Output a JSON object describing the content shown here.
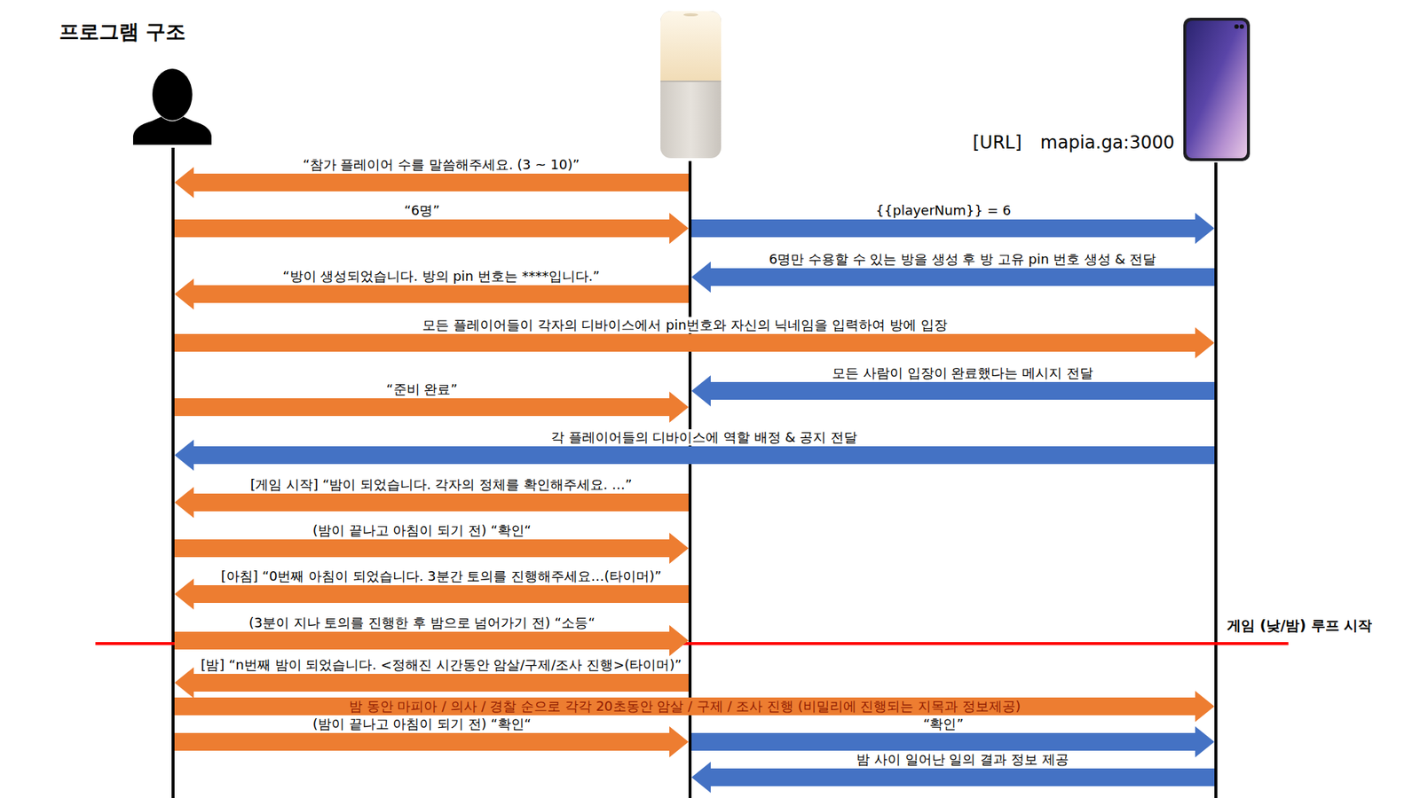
{
  "diagram": {
    "title": "프로그램 구조",
    "nodes": [
      {
        "text": []
      },
      {
        "text": []
      },
      {
        "text": [
          "[URL]",
          "mapia.ga:3000"
        ]
      }
    ],
    "edges": [
      {
        "from": 1,
        "to": 0,
        "arrow": "to",
        "label": "“참가 플레이어 수를 말씀해주세요. (3 ~ 10)”"
      },
      {
        "from": 0,
        "to": 1,
        "arrow": "to",
        "label": "“6명”"
      },
      {
        "from": 1,
        "to": 2,
        "arrow": "to",
        "label": "{{playerNum}} = 6"
      },
      {
        "from": 2,
        "to": 1,
        "arrow": "to",
        "label": "6명만 수용할 수 있는 방을 생성 후 방 고유 pin 번호 생성 & 전달"
      },
      {
        "from": 1,
        "to": 0,
        "arrow": "to",
        "label": "“방이 생성되었습니다. 방의 pin 번호는 ****입니다.”"
      },
      {
        "from": 0,
        "to": 2,
        "arrow": "to",
        "label": "모든 플레이어들이 각자의 디바이스에서 pin번호와 자신의 닉네임을 입력하여 방에 입장"
      },
      {
        "from": 2,
        "to": 1,
        "arrow": "to",
        "label": "모든 사람이 입장이 완료했다는 메시지 전달"
      },
      {
        "from": 0,
        "to": 1,
        "arrow": "to",
        "label": "“준비 완료”"
      },
      {
        "from": 2,
        "to": 0,
        "arrow": "to",
        "label": "각 플레이어들의 디바이스에 역할 배정 & 공지 전달"
      },
      {
        "from": 1,
        "to": 0,
        "arrow": "to",
        "label": "[게임 시작] “밤이 되었습니다. 각자의 정체를 확인해주세요. …”"
      },
      {
        "from": 0,
        "to": 1,
        "arrow": "to",
        "label": "(밤이 끝나고 아침이 되기 전) “확인“"
      },
      {
        "from": 1,
        "to": 0,
        "arrow": "to",
        "label": "[아침] “0번째 아침이 되었습니다. 3분간 토의를 진행해주세요…(타이머)”"
      },
      {
        "from": 0,
        "to": 1,
        "arrow": "to",
        "label": "(3분이 지나 토의를 진행한 후 밤으로 넘어가기 전) “소등“"
      },
      {
        "from": 1,
        "to": 0,
        "arrow": "to",
        "label": "[밤] “n번째 밤이 되었습니다. <정해진 시간동안 암살/구제/조사 진행>(타이머)”"
      },
      {
        "from": 0,
        "to": 2,
        "arrow": "to",
        "label": "밤 동안 마피아 / 의사 / 경찰 순으로 각각 20초동안 암살 / 구제 / 조사 진행 (비밀리에 진행되는 지목과 정보제공)"
      },
      {
        "from": 0,
        "to": 1,
        "arrow": "to",
        "label": "(밤이 끝나고 아침이 되기 전) “확인“"
      },
      {
        "from": 1,
        "to": 2,
        "arrow": "to",
        "label": "“확인”"
      },
      {
        "from": 2,
        "to": 1,
        "arrow": "to",
        "label": "밤 사이 일어난 일의 결과 정보 제공"
      }
    ],
    "labels": [
      "게임 (낮/밤) 루프 시작"
    ]
  }
}
